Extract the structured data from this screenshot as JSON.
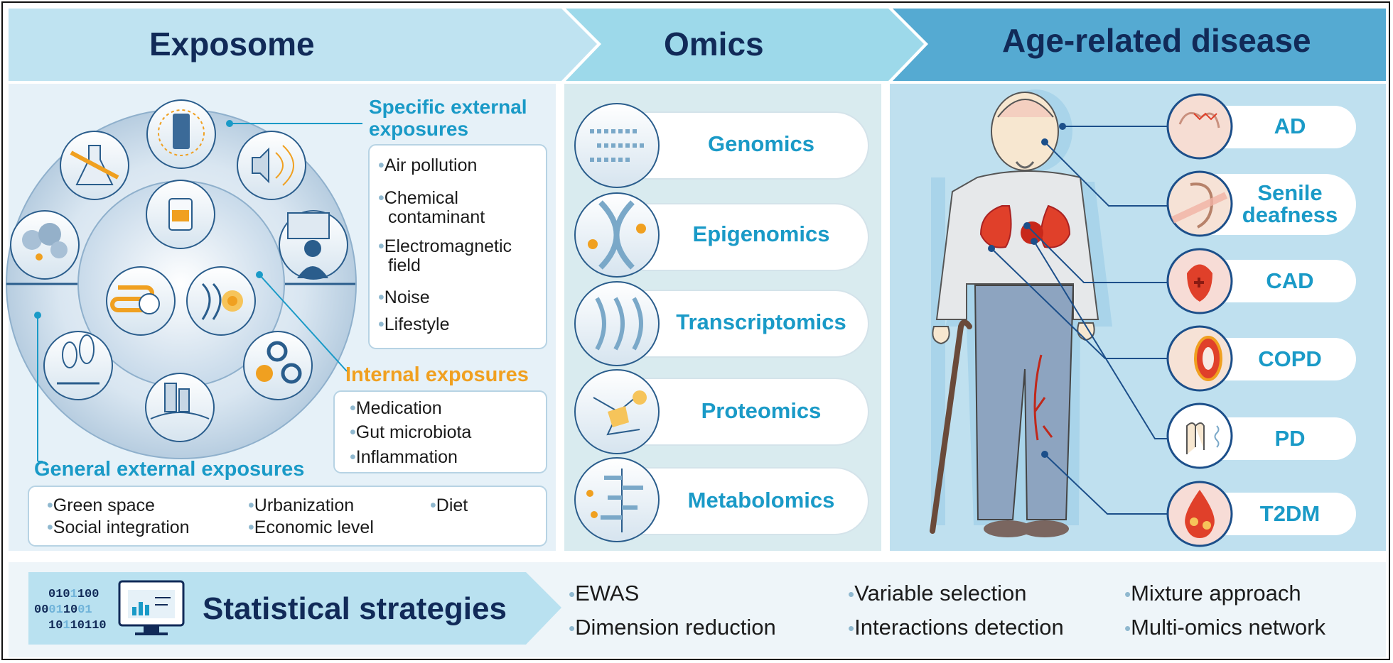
{
  "headers": {
    "exposome": "Exposome",
    "omics": "Omics",
    "disease": "Age-related disease"
  },
  "exposome": {
    "specific_title_1": "Specific external",
    "specific_title_2": "exposures",
    "specific_items": [
      "Air pollution",
      "Chemical",
      "contaminant",
      "Electromagnetic",
      "field",
      "Noise",
      "Lifestyle"
    ],
    "internal_title": "Internal exposures",
    "internal_items": [
      "Medication",
      "Gut microbiota",
      "Inflammation"
    ],
    "general_title": "General external exposures",
    "general_items": [
      "Green space",
      "Urbanization",
      "Diet",
      "Social integration",
      "Economic level"
    ],
    "icons": [
      "magnet-icon",
      "flask-skull-icon",
      "noise-speaker-icon",
      "air-pollution-icon",
      "computer-user-icon",
      "medication-icon",
      "gut-microbiota-icon",
      "inflammation-joint-icon",
      "social-gears-icon",
      "trees-icon",
      "city-icon"
    ]
  },
  "omics": {
    "items": [
      "Genomics",
      "Epigenomics",
      "Transcriptomics",
      "Proteomics",
      "Metabolomics"
    ],
    "icons": [
      "dna-sequence-icon",
      "dna-helix-icon",
      "rna-strands-icon",
      "protein-network-icon",
      "metabolite-bars-icon"
    ]
  },
  "disease": {
    "items": [
      "AD",
      "Senile",
      "deafness",
      "CAD",
      "COPD",
      "PD",
      "T2DM"
    ],
    "icons": [
      "brain-icon",
      "ear-icon",
      "heart-icon",
      "airway-icon",
      "hand-tremor-icon",
      "blood-drop-icon"
    ]
  },
  "statistics": {
    "title": "Statistical strategies",
    "binary": [
      "010",
      "1",
      "100",
      "00",
      "01",
      "10",
      "01",
      "10",
      "1",
      "10110"
    ],
    "items": [
      "EWAS",
      "Dimension reduction",
      "Variable selection",
      "Interactions detection",
      "Mixture approach",
      "Multi-omics network"
    ]
  },
  "colors": {
    "header_text": "#112a58",
    "accent_blue": "#1a9ac7",
    "accent_orange": "#f0a020",
    "panel_light": "#e2eff7",
    "disease_red": "#e0402a"
  }
}
